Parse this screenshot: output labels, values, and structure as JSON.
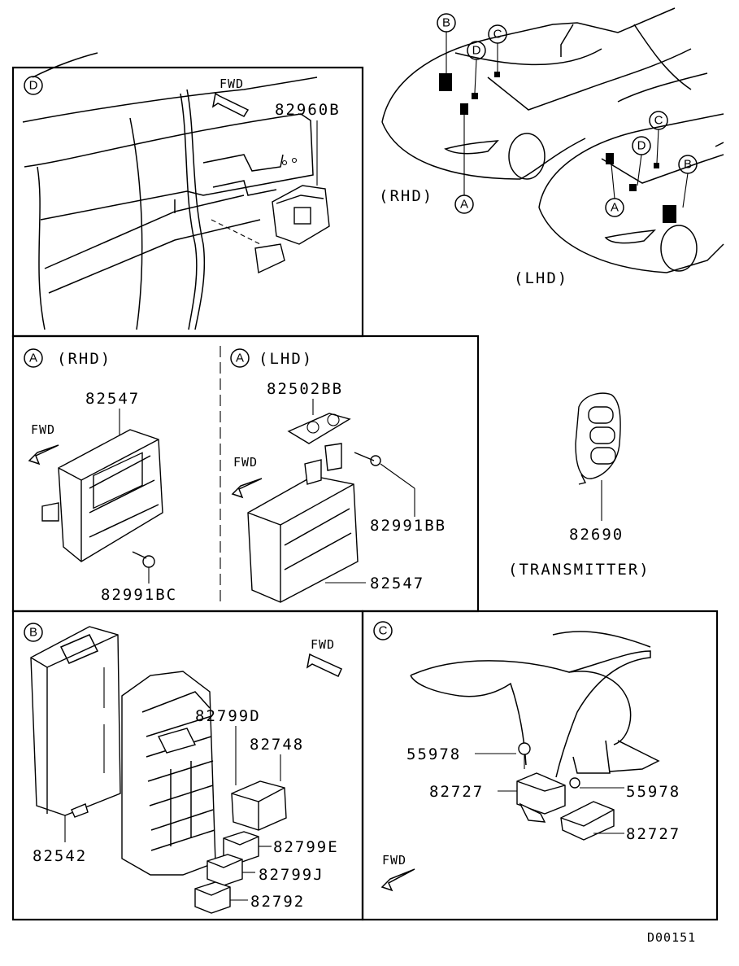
{
  "panels": {
    "d": {
      "letter": "D",
      "fwd": "FWD",
      "part": "82960B"
    },
    "vehicle": {
      "rhd": "(RHD)",
      "lhd": "(LHD)",
      "callouts": [
        "A",
        "B",
        "C",
        "D"
      ]
    },
    "a_rhd": {
      "letter": "A",
      "title": "(RHD)",
      "fwd": "FWD",
      "part_top": "82547",
      "part_bolt": "82991BC"
    },
    "a_lhd": {
      "letter": "A",
      "title": "(LHD)",
      "fwd": "FWD",
      "part_bracket": "82502BB",
      "part_bolt": "82991BB",
      "part_unit": "82547"
    },
    "transmitter": {
      "part": "82690",
      "caption": "(TRANSMITTER)"
    },
    "b": {
      "letter": "B",
      "fwd": "FWD",
      "part_ecu": "82542",
      "relay_1": "82799D",
      "relay_2": "82748",
      "relay_3": "82799E",
      "relay_4": "82799J",
      "relay_5": "82792"
    },
    "c": {
      "letter": "C",
      "fwd": "FWD",
      "bolt_1": "55978",
      "bolt_2": "55978",
      "sensor_1": "82727",
      "sensor_2": "82727"
    }
  },
  "footer_code": "D00151"
}
